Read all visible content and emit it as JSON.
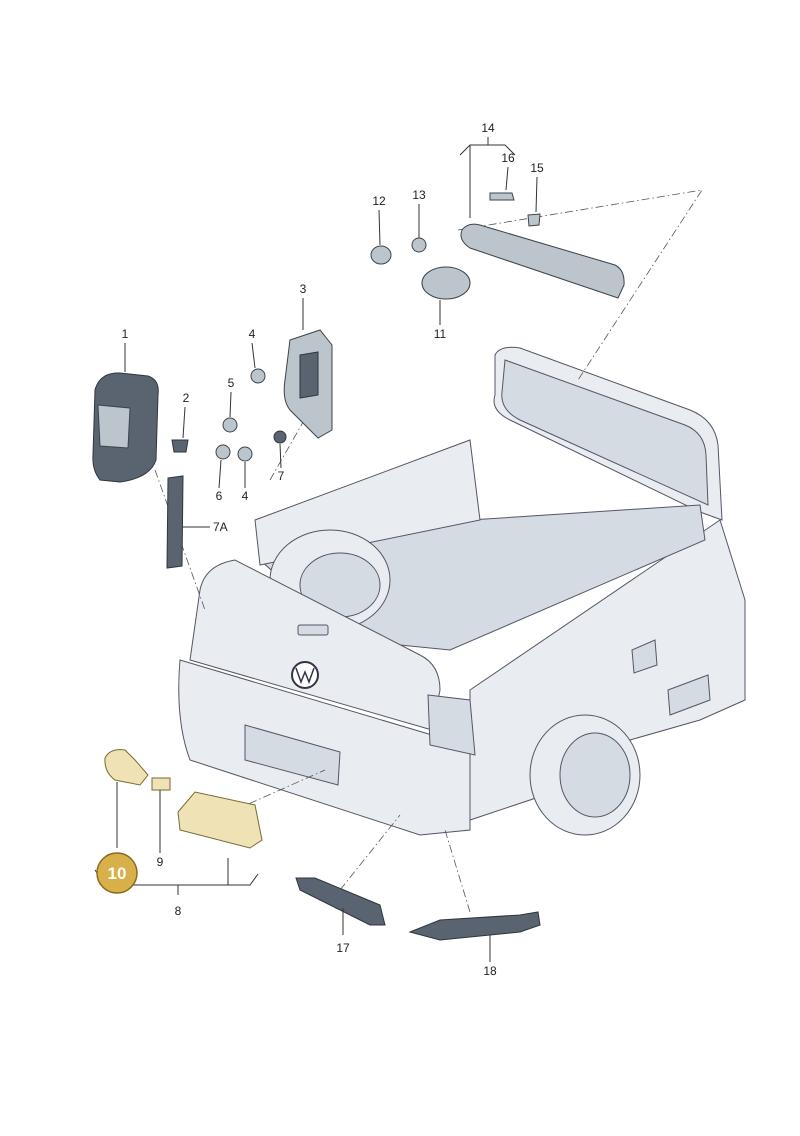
{
  "diagram": {
    "labels": {
      "l1": "1",
      "l2": "2",
      "l3": "3",
      "l4a": "4",
      "l4b": "4",
      "l5": "5",
      "l6": "6",
      "l7": "7",
      "l7a": "7A",
      "l8": "8",
      "l9": "9",
      "l10": "10",
      "l11": "11",
      "l12": "12",
      "l13": "13",
      "l14": "14",
      "l15": "15",
      "l16": "16",
      "l17": "17",
      "l18": "18"
    },
    "highlight_color": "#d8b04a"
  }
}
